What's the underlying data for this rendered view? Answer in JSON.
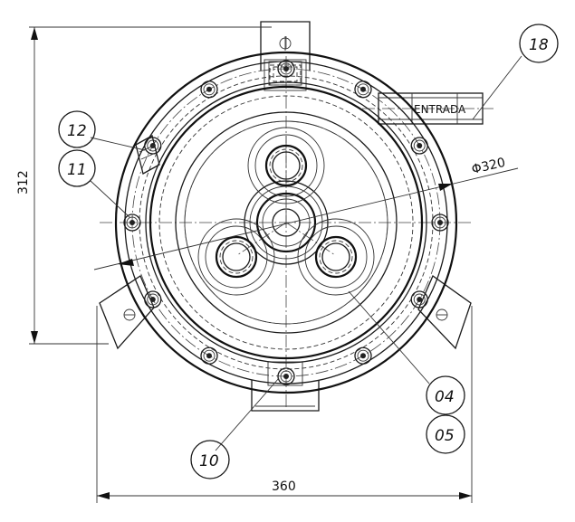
{
  "dimensions": {
    "height": "312",
    "width": "360",
    "diameter": "Φ320"
  },
  "labels": {
    "entrada": "ENTRADA"
  },
  "callouts": {
    "c18": "18",
    "c12": "12",
    "c11": "11",
    "c04": "04",
    "c05": "05",
    "c10": "10"
  }
}
